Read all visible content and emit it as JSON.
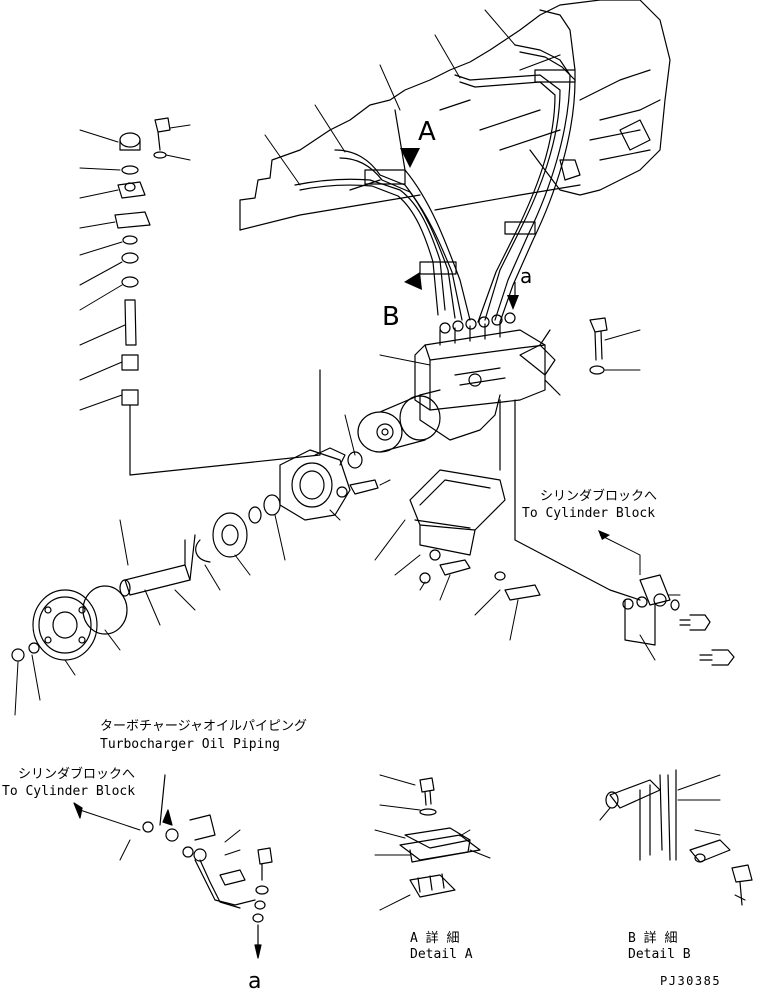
{
  "callouts": {
    "a": "A",
    "b": "B",
    "lower_a_top": "a",
    "lower_a_bottom": "a"
  },
  "labels": {
    "cyl_block_right_jp": "シリンダブロックへ",
    "cyl_block_right_en": "To Cylinder Block",
    "turbo_jp": "ターボチャージャオイルパイピング",
    "turbo_en": "Turbocharger Oil Piping",
    "cyl_block_left_jp": "シリンダブロックへ",
    "cyl_block_left_en": "To Cylinder Block",
    "detail_a_jp": "A 詳 細",
    "detail_a_en": "Detail A",
    "detail_b_jp": "B 詳 細",
    "detail_b_en": "Detail B"
  },
  "drawing_code": "PJ30385",
  "colors": {
    "line": "#000000",
    "background": "#ffffff"
  }
}
